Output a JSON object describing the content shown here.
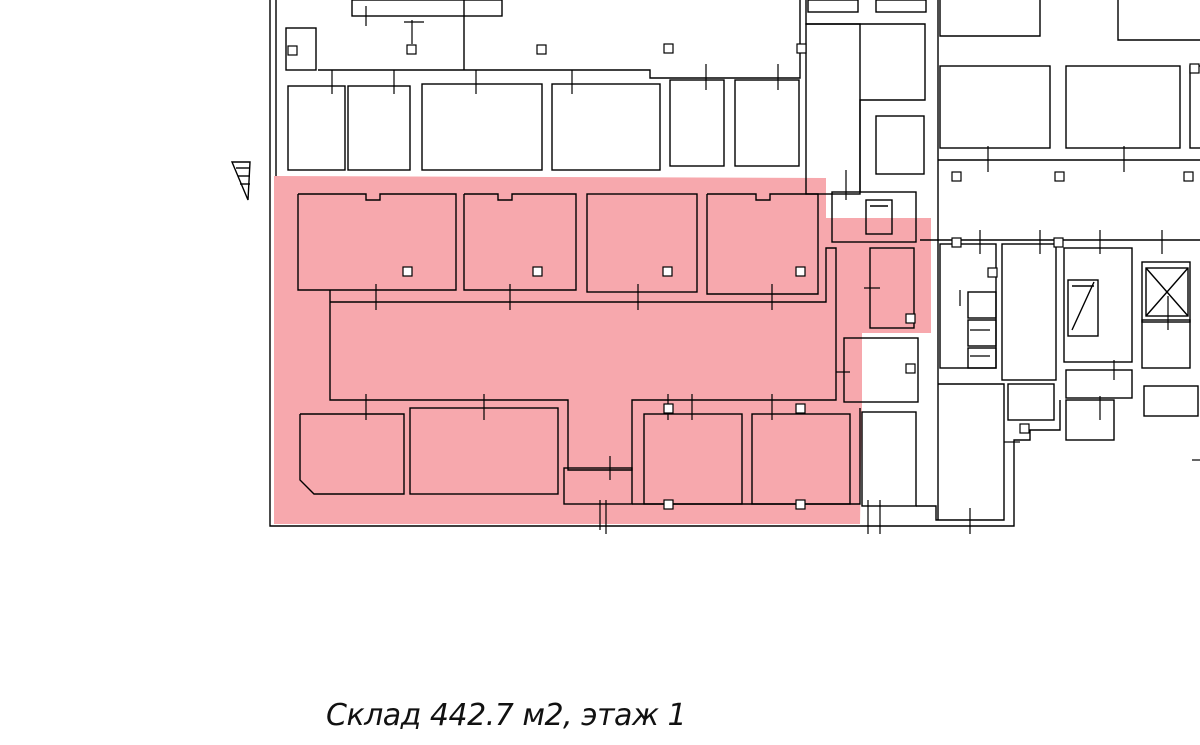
{
  "plan": {
    "caption": "Склад 442.7 м2, этаж 1",
    "highlight_color": "#f7a8ad",
    "wall_color": "#000000",
    "floor": "1",
    "area_m2": 442.7
  }
}
